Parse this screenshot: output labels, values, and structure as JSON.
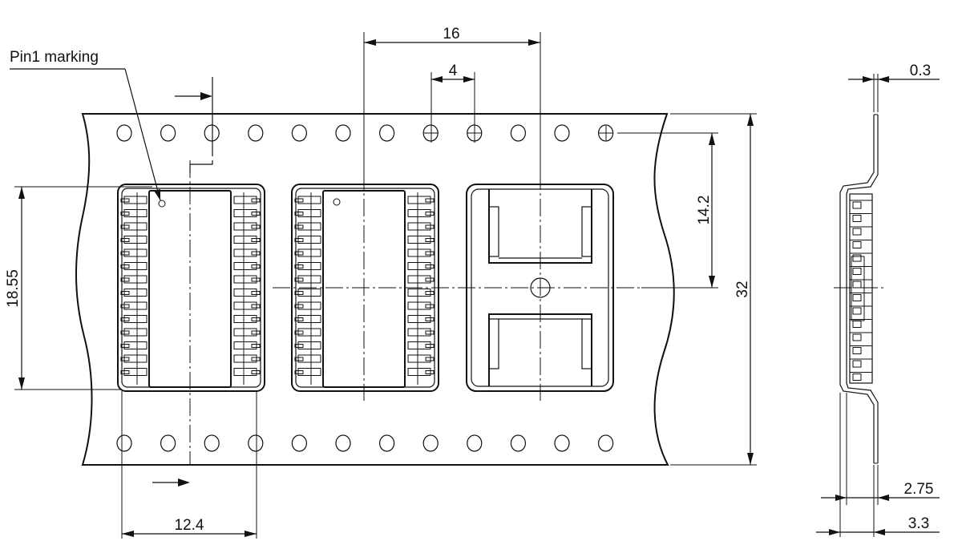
{
  "labels": {
    "pin1_marking": "Pin1 marking"
  },
  "dimensions": {
    "pitch_pocket": "16",
    "pitch_sprocket": "4",
    "thickness_tape": "0.3",
    "hole_to_center": "14.2",
    "tape_width": "32",
    "pocket_length": "18.55",
    "pocket_width": "12.4",
    "pocket_depth_inner": "2.75",
    "pocket_depth_total": "3.3"
  }
}
